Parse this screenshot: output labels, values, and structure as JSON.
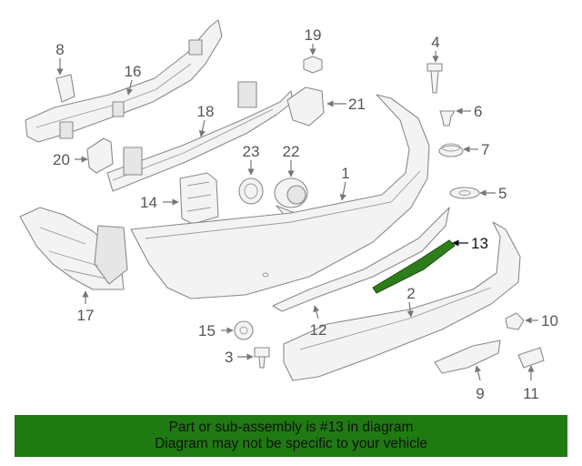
{
  "diagram": {
    "callouts": [
      "1",
      "2",
      "3",
      "4",
      "5",
      "6",
      "7",
      "8",
      "9",
      "10",
      "11",
      "12",
      "13",
      "14",
      "15",
      "16",
      "17",
      "18",
      "19",
      "20",
      "21",
      "22",
      "23"
    ],
    "highlighted_part": "13",
    "colors": {
      "highlight_fill": "#2e7d1a",
      "banner_bg": "#1f7a12",
      "line_art": "#8a8a8a"
    }
  },
  "banner": {
    "line1": "Part or sub-assembly is #13 in diagram",
    "line2": "Diagram may not be specific to your vehicle"
  }
}
